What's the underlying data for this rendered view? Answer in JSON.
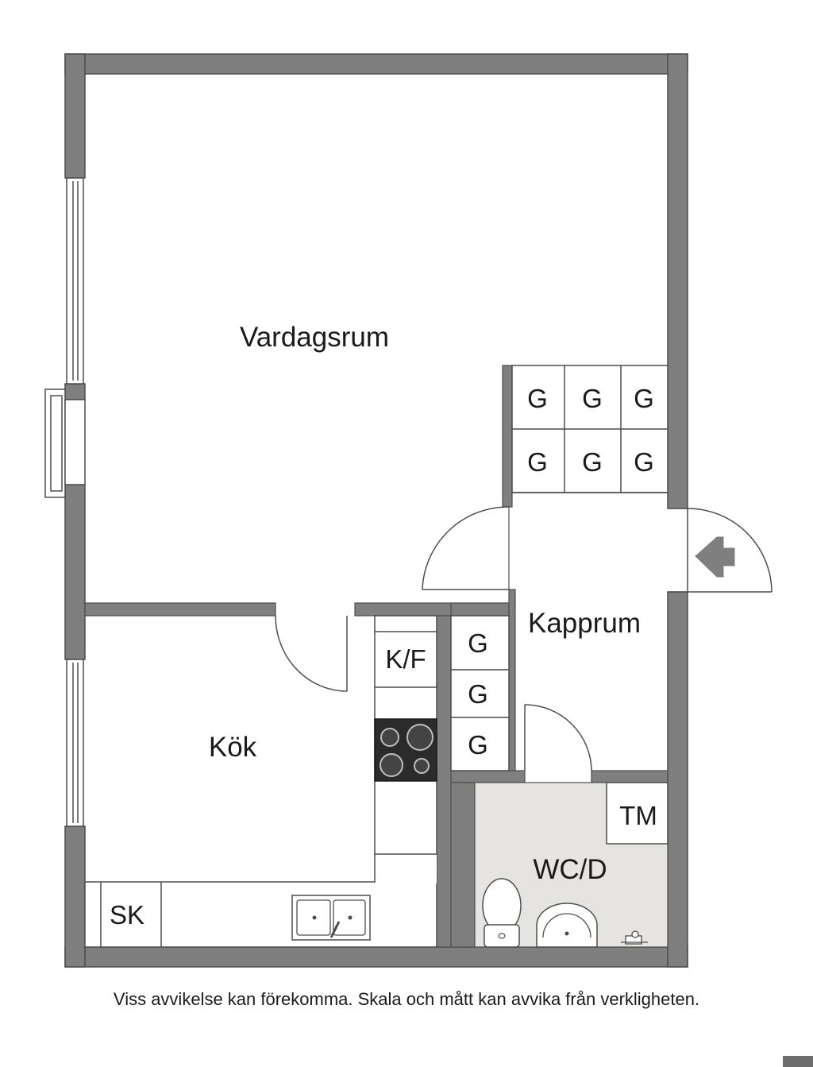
{
  "rooms": {
    "living": "Vardagsrum",
    "kitchen": "Kök",
    "hall": "Kapprum",
    "bathroom": "WC/D"
  },
  "fixtures": {
    "wardrobe": "G",
    "fridge": "K/F",
    "cleaning_cabinet": "SK",
    "dryer": "TM"
  },
  "disclaimer": "Viss avvikelse kan förekomma. Skala och mått kan avvika från verkligheten.",
  "colors": {
    "wall": "#7f7f7f",
    "floor": "#ffffff",
    "bathroom_floor": "#e6e4e0",
    "line": "#4d4d4d",
    "stove": "#2b2b2b"
  }
}
